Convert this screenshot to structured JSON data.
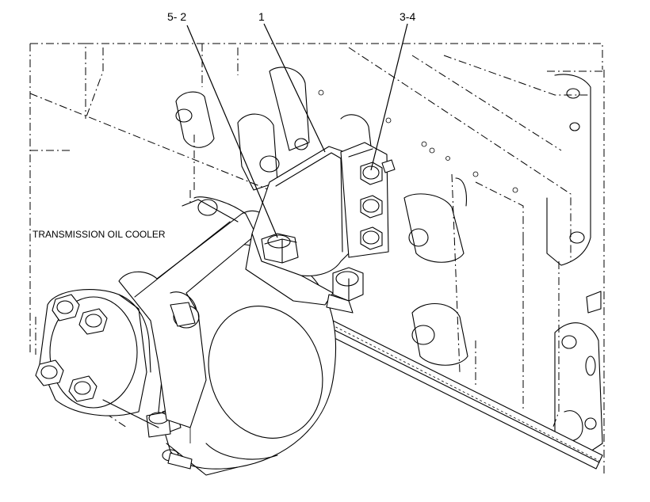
{
  "callouts": {
    "c52": "5- 2",
    "c1": "1",
    "c34": "3-4"
  },
  "labels": {
    "transmission_oil_cooler": "TRANSMISSION OIL COOLER"
  }
}
